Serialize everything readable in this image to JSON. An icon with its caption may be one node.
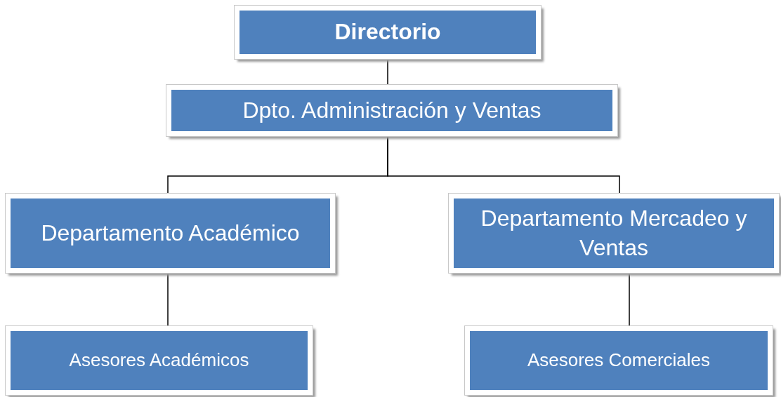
{
  "diagram": {
    "nodes": [
      {
        "text": [
          "Directorio"
        ]
      },
      {
        "text": [
          "Dpto. Administración y Ventas"
        ]
      },
      {
        "text": [
          "Departamento Académico"
        ]
      },
      {
        "text": [
          "Departamento Mercadeo y Ventas"
        ]
      },
      {
        "text": [
          "Asesores Académicos"
        ]
      },
      {
        "text": [
          "Asesores Comerciales"
        ]
      }
    ],
    "edges": [
      {
        "from": 0,
        "to": 1,
        "arrow": "none"
      },
      {
        "from": 1,
        "to": 2,
        "arrow": "none"
      },
      {
        "from": 1,
        "to": 3,
        "arrow": "none"
      },
      {
        "from": 2,
        "to": 4,
        "arrow": "none"
      },
      {
        "from": 3,
        "to": 5,
        "arrow": "none"
      }
    ]
  }
}
